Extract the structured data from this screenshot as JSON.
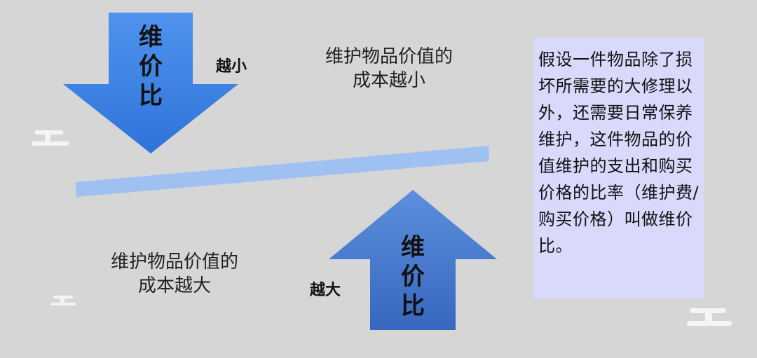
{
  "diagram": {
    "top_arrow_label": "维价比",
    "top_tag": "越小",
    "top_caption_line1": "维护物品价值的",
    "top_caption_line2": "成本越小",
    "bottom_arrow_label": "维价比",
    "bottom_tag": "越大",
    "bottom_caption_line1": "维护物品价值的",
    "bottom_caption_line2": "成本越大",
    "definition": "假设一件物品除了损坏所需要的大修理以外，还需要日常保养维护，这件物品的价值维护的支出和购买价格的比率（维护费/购买价格）叫做维价比。"
  },
  "colors": {
    "background": "#d6d6d6",
    "arrow_top_light": "#4f93ee",
    "arrow_top_dark": "#2f73da",
    "arrow_bottom_light": "#5c8fdc",
    "arrow_bottom_dark": "#3767bf",
    "balance_bar": "#9ec1f2",
    "note_bg": "#d9dafb",
    "deco": "#f5f5f5"
  }
}
